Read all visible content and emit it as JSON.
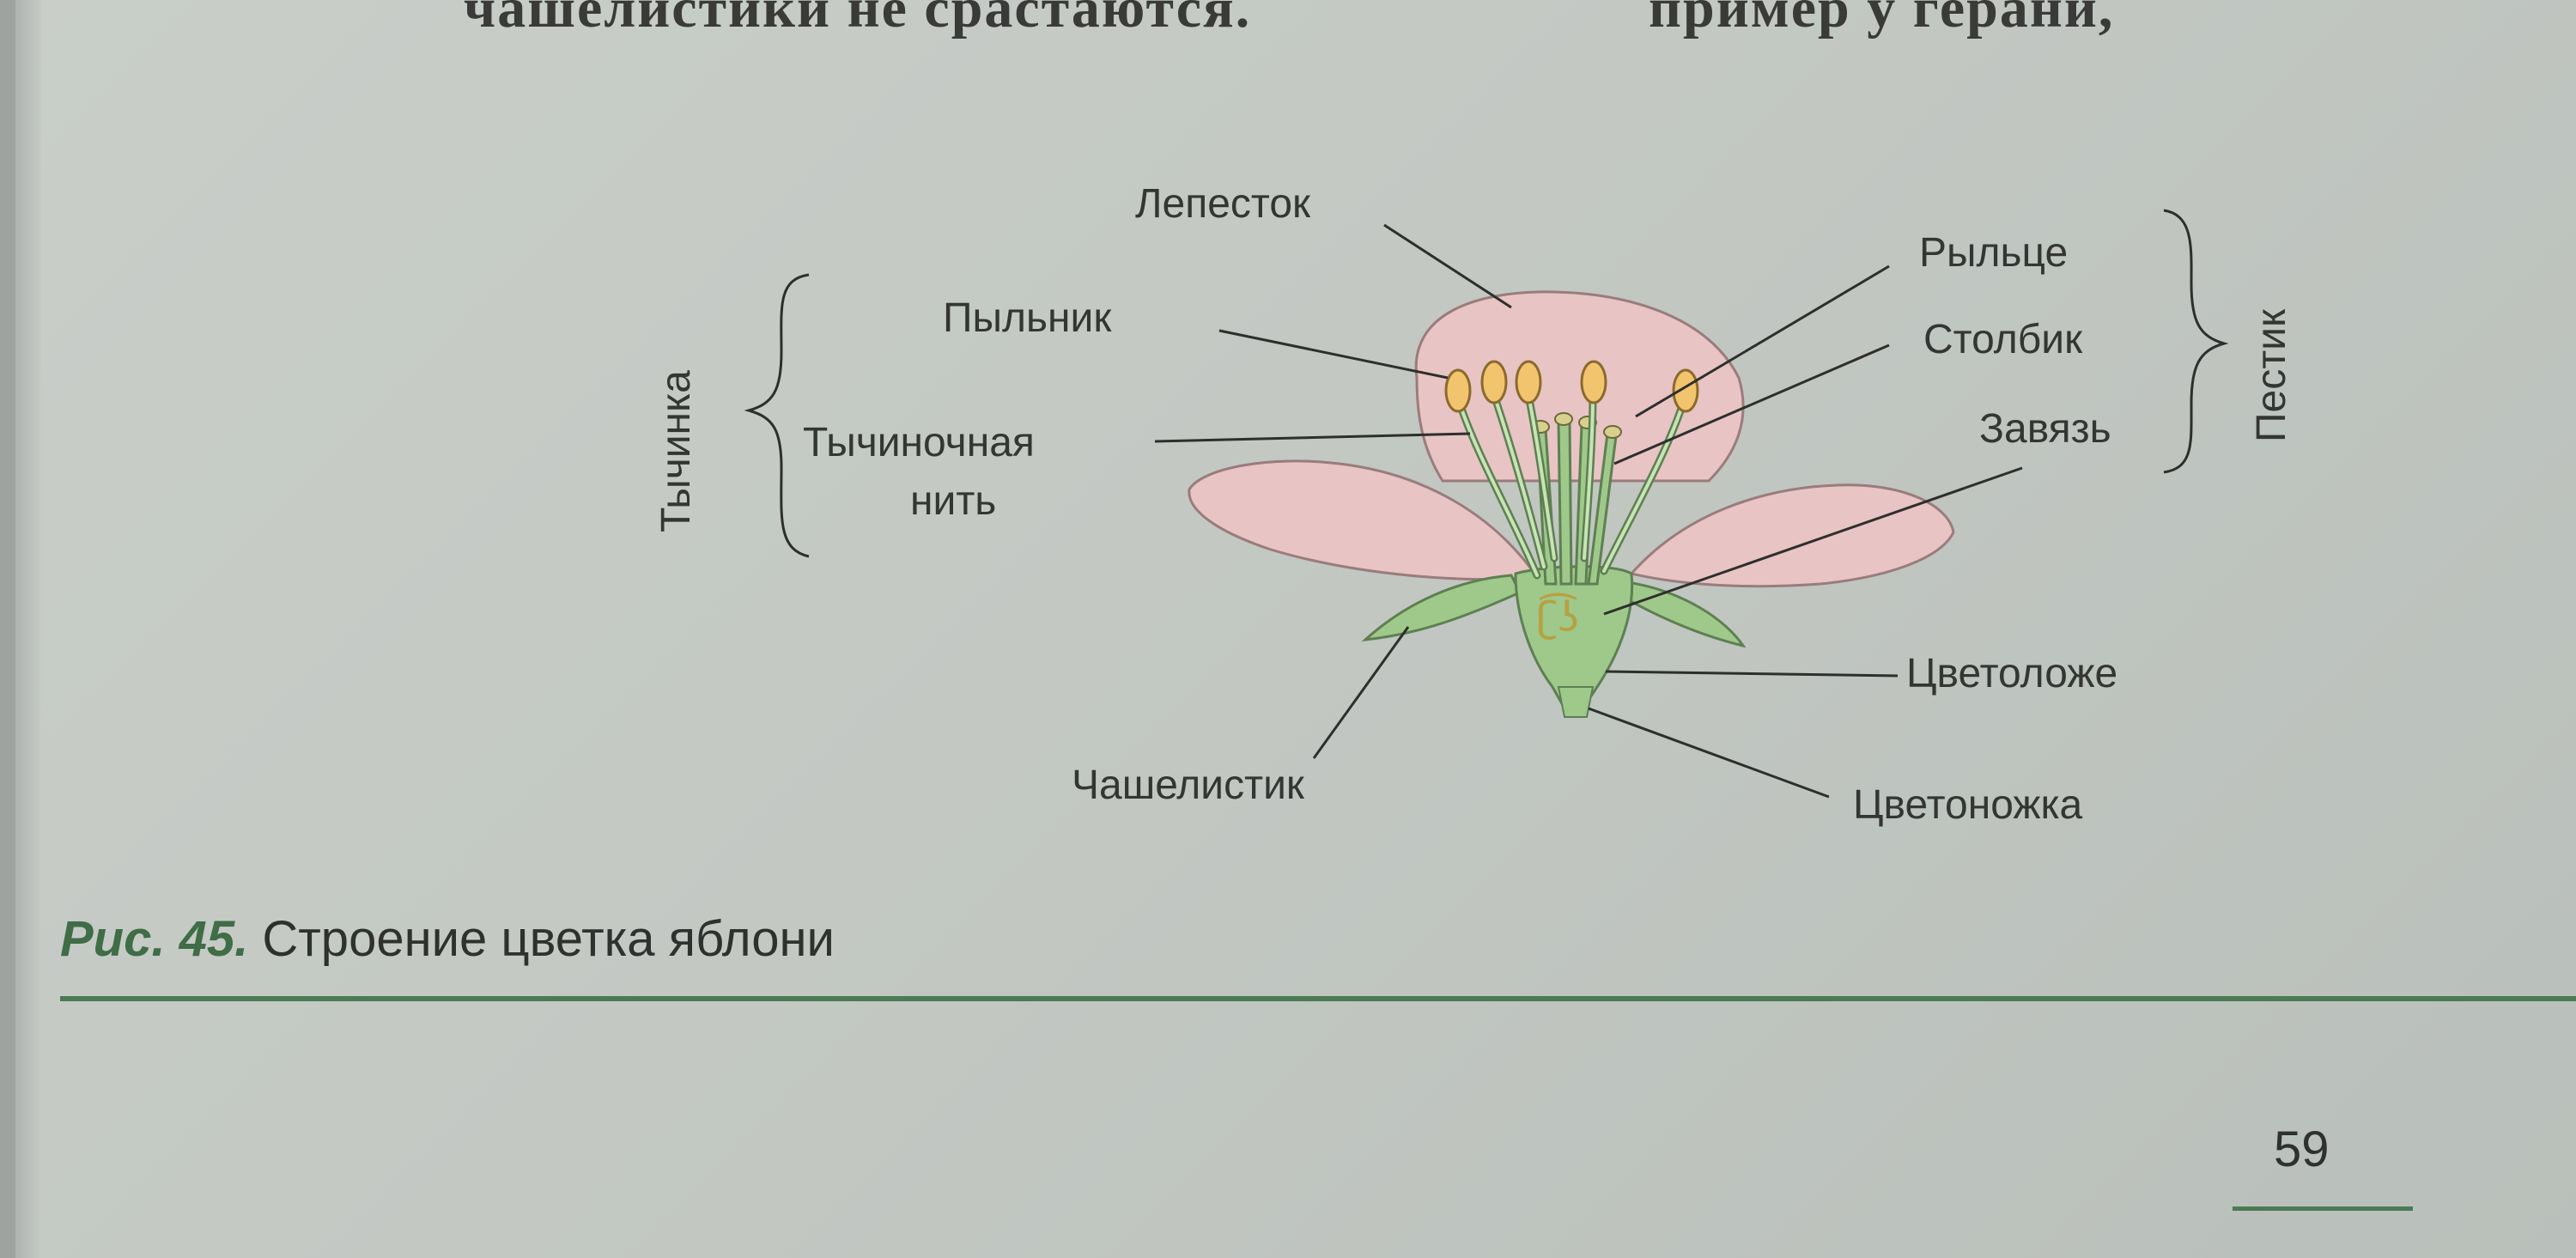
{
  "page": {
    "top_text_left": "чашелистики не срастаются.",
    "top_text_right": "пример у герани,",
    "page_number": "59"
  },
  "figure": {
    "caption_number": "Рис. 45.",
    "caption_title": "Строение цветка яблони",
    "labels": {
      "petal": "Лепесток",
      "anther": "Пыльник",
      "filament_line1": "Тычиночная",
      "filament_line2": "нить",
      "stamen_group": "Тычинка",
      "stigma": "Рыльце",
      "style": "Столбик",
      "ovary": "Завязь",
      "pistil_group": "Пестик",
      "receptacle": "Цветоложе",
      "sepal": "Чашелистик",
      "pedicel": "Цветоножка"
    },
    "colors": {
      "petal": "#e8c4c4",
      "green_parts": "#9ec98a",
      "anther": "#f2c46e",
      "accent_green": "#4b7a55"
    }
  }
}
